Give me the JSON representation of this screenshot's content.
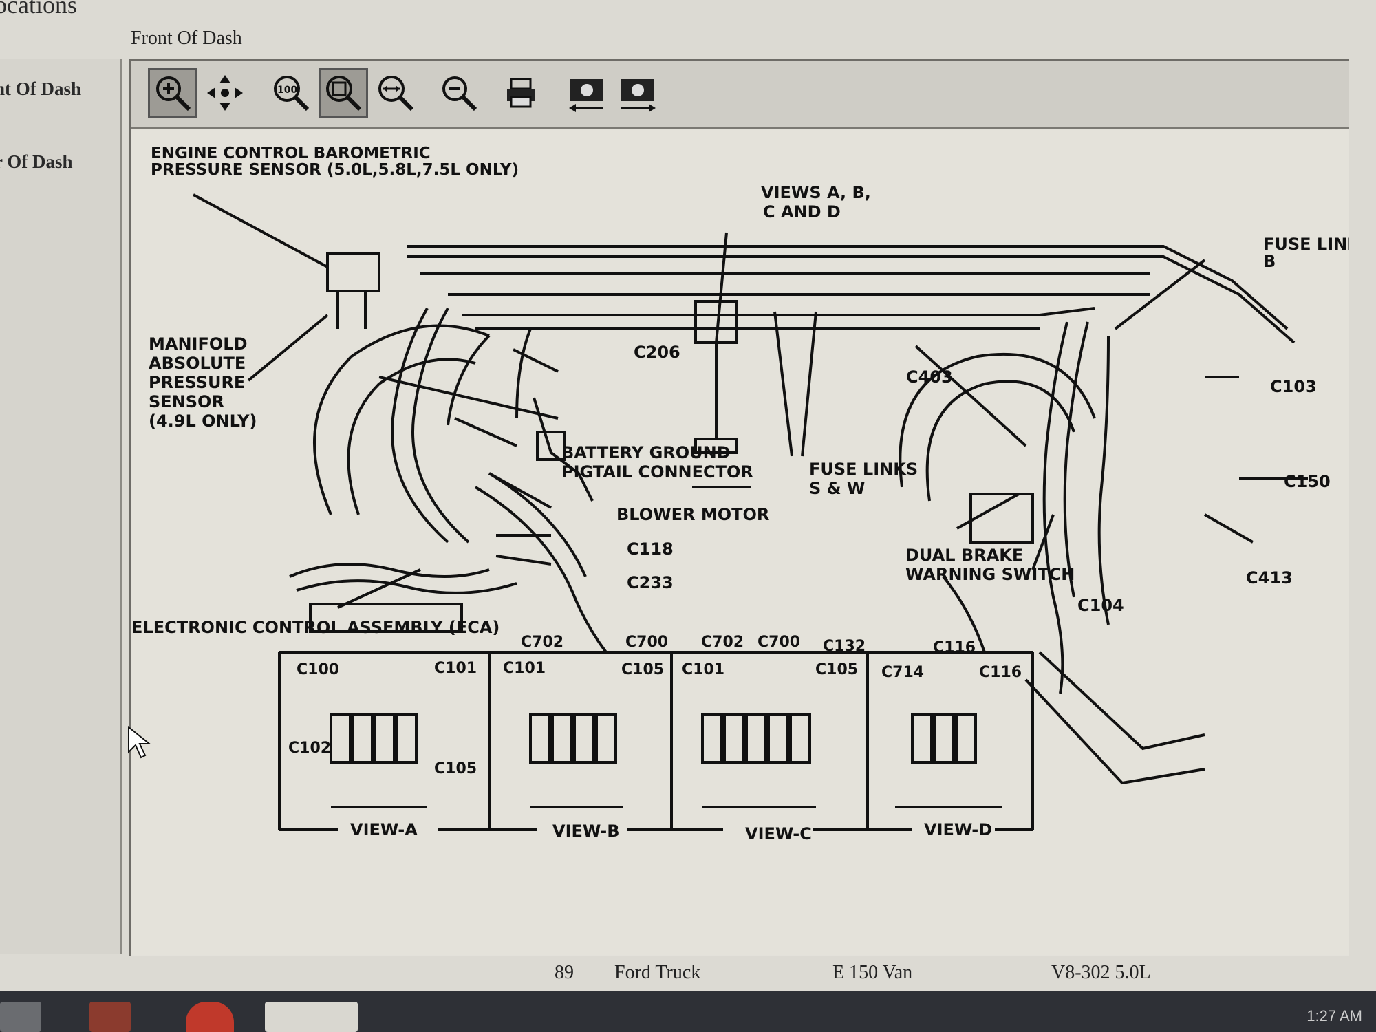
{
  "app": {
    "title": "ocations",
    "page_heading": "Front Of Dash"
  },
  "sidebar": {
    "items": [
      {
        "label": "nt Of Dash"
      },
      {
        "label": "r Of Dash"
      }
    ]
  },
  "toolbar": {
    "tools": [
      "zoom-in-icon",
      "pan-icon",
      "zoom-100-icon",
      "zoom-fit-icon",
      "zoom-width-icon",
      "zoom-out-icon",
      "print-icon",
      "previous-image-icon",
      "next-image-icon"
    ]
  },
  "diagram": {
    "labels": {
      "barometric": "ENGINE CONTROL BAROMETRIC",
      "barometric2": "PRESSURE SENSOR (5.0L,5.8L,7.5L ONLY)",
      "views": "VIEWS A, B,",
      "views2": "C AND D",
      "fuse_link_b": "FUSE LINK",
      "fuse_link_b2": "B",
      "map1": "MANIFOLD",
      "map2": "ABSOLUTE",
      "map3": "PRESSURE",
      "map4": "SENSOR",
      "map5": "(4.9L ONLY)",
      "c206": "C206",
      "c403": "C403",
      "c103": "C103",
      "battery1": "BATTERY GROUND",
      "battery2": "PIGTAIL CONNECTOR",
      "fuse_links1": "FUSE LINKS",
      "fuse_links2": "S & W",
      "c150": "C150",
      "blower": "BLOWER MOTOR",
      "c118": "C118",
      "dual_brake1": "DUAL BRAKE",
      "dual_brake2": "WARNING SWITCH",
      "c413": "C413",
      "c233": "C233",
      "c104": "C104",
      "eca": "ELECTRONIC CONTROL ASSEMBLY (ECA)"
    },
    "views": [
      {
        "title": "VIEW-A",
        "labels": [
          "C100",
          "C101",
          "C102",
          "C105"
        ]
      },
      {
        "title": "VIEW-B",
        "labels": [
          "C702",
          "C700",
          "C101",
          "C105"
        ]
      },
      {
        "title": "VIEW-C",
        "labels": [
          "C702",
          "C700",
          "C132",
          "C101",
          "C105"
        ]
      },
      {
        "title": "VIEW-D",
        "labels": [
          "C116",
          "C714",
          "C116"
        ]
      }
    ]
  },
  "status": {
    "page": "89",
    "make": "Ford Truck",
    "model": "E 150 Van",
    "engine": "V8-302 5.0L"
  },
  "taskbar": {
    "clock": "1:27 AM"
  }
}
